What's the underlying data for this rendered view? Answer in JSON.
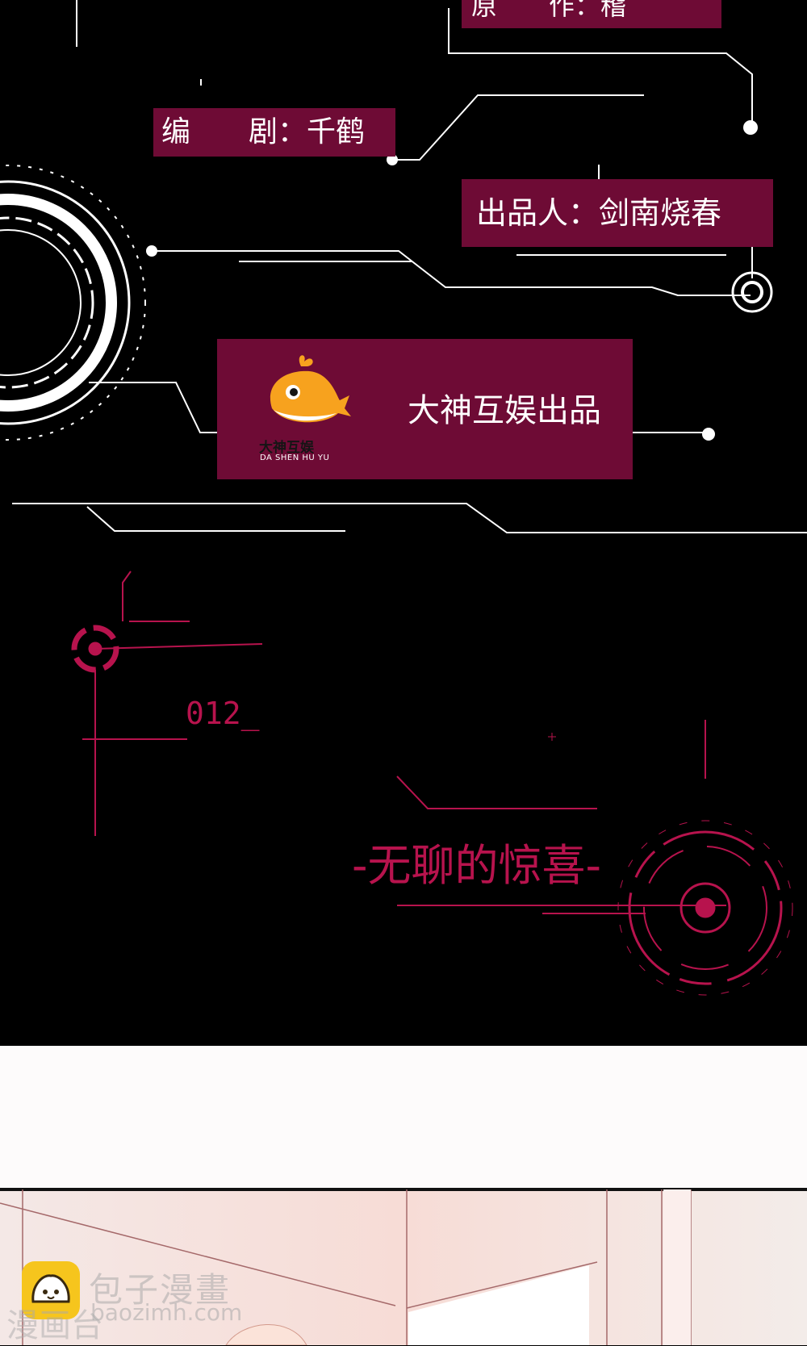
{
  "credits": {
    "author": "原　　作：稽",
    "writer": "编　　剧：千鹤",
    "producer": "出品人：剑南烧春"
  },
  "studio": {
    "name": "大神互娱出品",
    "logo_cn": "大神互娱",
    "logo_en": "DA SHEN HU YU",
    "logo_icon": "orange-whale-icon"
  },
  "chapter": {
    "number": "012_",
    "title": "-无聊的惊喜-"
  },
  "watermark": {
    "site_name": "包子漫畫",
    "site_name_2": "漫画台",
    "url": "baozimh.com",
    "icon": "bun-icon"
  },
  "colors": {
    "background": "#000000",
    "plate": "#6e0b35",
    "accent": "#b7134d",
    "whale": "#f7a21e"
  }
}
